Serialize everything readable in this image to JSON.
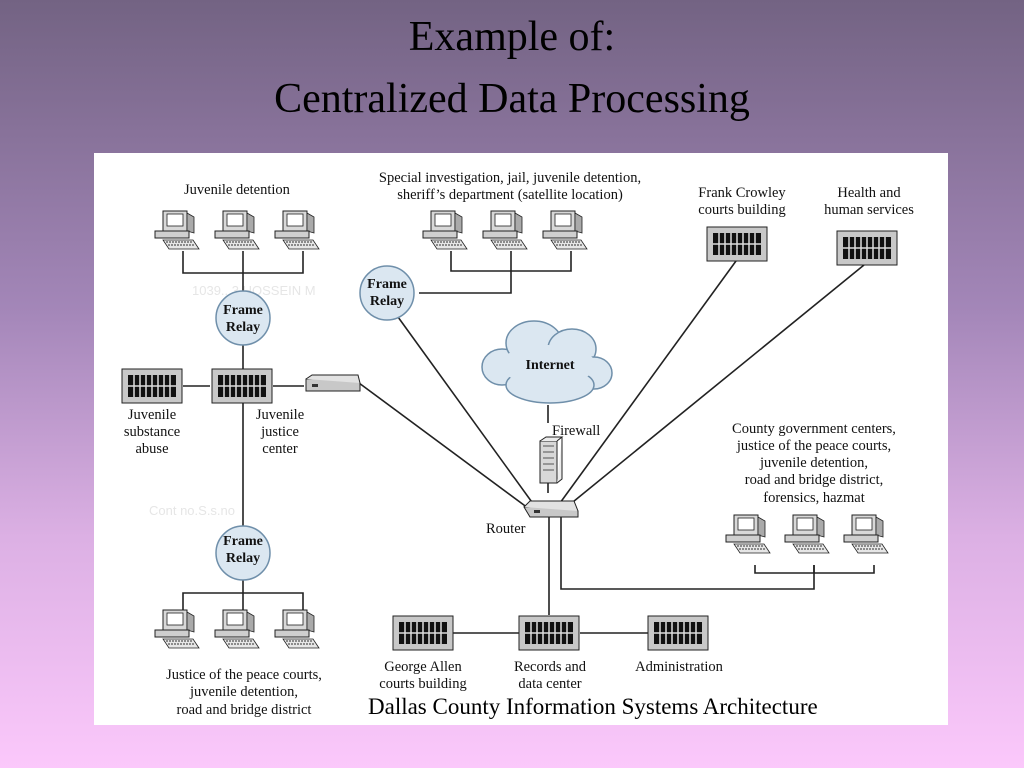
{
  "slide": {
    "title_line1": "Example of:",
    "title_line2": "Centralized Data Processing"
  },
  "diagram": {
    "caption": "Dallas County Information Systems Architecture",
    "labels": {
      "juvenile_detention": "Juvenile detention",
      "special_investigation": [
        "Special investigation, jail, juvenile detention,",
        "sheriff’s department (satellite location)"
      ],
      "frank_crowley": [
        "Frank Crowley",
        "courts building"
      ],
      "health_human": [
        "Health and",
        "human services"
      ],
      "frame_relay": [
        "Frame",
        "Relay"
      ],
      "internet": "Internet",
      "firewall": "Firewall",
      "router": "Router",
      "juvenile_substance": [
        "Juvenile",
        "substance",
        "abuse"
      ],
      "juvenile_justice": [
        "Juvenile",
        "justice",
        "center"
      ],
      "county_government": [
        "County government centers,",
        "justice of the peace courts,",
        "juvenile detention,",
        "road and bridge district,",
        "forensics, hazmat"
      ],
      "justice_peace": [
        "Justice of the peace courts,",
        "juvenile detention,",
        "road and bridge district"
      ],
      "george_allen": [
        "George Allen",
        "courts building"
      ],
      "records": [
        "Records and",
        "data center"
      ],
      "administration": "Administration"
    },
    "watermarks": [
      "1039...3 HOSSEIN M",
      "Cont no.S.s.no"
    ],
    "colors": {
      "node_fill": "#dbe7f1",
      "server_fill": "#c8c8c8",
      "line": "#222222"
    }
  }
}
